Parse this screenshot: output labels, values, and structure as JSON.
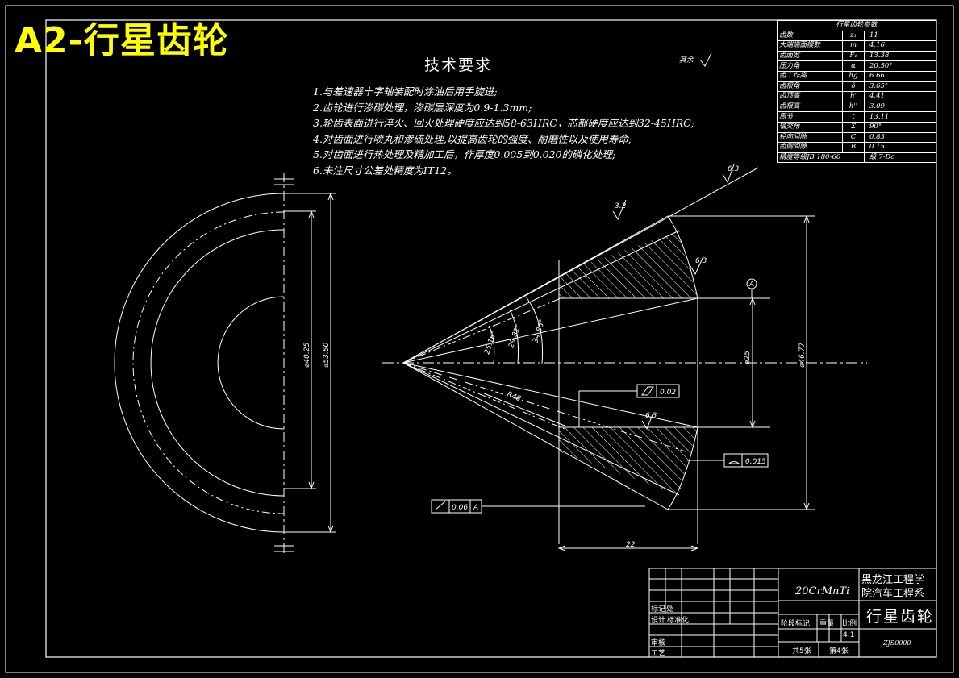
{
  "banner_title": "A2-行星齿轮",
  "tech_requirements": {
    "title": "技术要求",
    "items": [
      "1.与差速器十字轴装配时涂油后用手旋进;",
      "2.齿轮进行渗碳处理，渗碳层深度为0.9-1.3mm;",
      "3.轮齿表面进行淬火、回火处理硬度应达到58-63HRC，芯部硬度应达到32-45HRC;",
      "4.对齿面进行喷丸和渗硫处理,以提高齿轮的强度、耐磨性以及使用寿命;",
      "5.对齿面进行热处理及精加工后，作厚度0.005到0.020的磷化处理;",
      "6.未注尺寸公差处精度为IT12。"
    ],
    "rest_roughness": "其余"
  },
  "param_table": {
    "title": "行星齿轮参数",
    "rows": [
      {
        "name": "齿数",
        "sym": "z₁",
        "val": "11"
      },
      {
        "name": "大端端面模数",
        "sym": "m",
        "val": "4.16"
      },
      {
        "name": "齿面宽",
        "sym": "F₁",
        "val": "13.38"
      },
      {
        "name": "压力角",
        "sym": "α",
        "val": "20.50°"
      },
      {
        "name": "齿工作高",
        "sym": "hg",
        "val": "6.66"
      },
      {
        "name": "齿根角",
        "sym": "δ",
        "val": "3.65°"
      },
      {
        "name": "齿顶高",
        "sym": "h'",
        "val": "4.41"
      },
      {
        "name": "齿根高",
        "sym": "h''",
        "val": "3.09"
      },
      {
        "name": "周节",
        "sym": "t",
        "val": "13.11"
      },
      {
        "name": "轴交角",
        "sym": "Σ",
        "val": "90°"
      },
      {
        "name": "径向间隙",
        "sym": "C",
        "val": "0.83"
      },
      {
        "name": "齿侧间隙",
        "sym": "B",
        "val": "0.15"
      }
    ],
    "footer_name": "精度等级JB 180-60",
    "footer_val": "级 7-Dc"
  },
  "dimensions": {
    "d_inner": "⌀40.25",
    "d_outer": "⌀53.50",
    "ang1": "25.16°",
    "ang2": "29.81°",
    "ang3": "34.86°",
    "bore": "⌀25",
    "d_tip": "⌀46.77",
    "radius": "R48",
    "width": "22",
    "datum": "A",
    "tol_parallel": "0.02",
    "tol_profile": "0.015",
    "tol_runout": "0.06",
    "tol_runout_ref": "A",
    "rough_1": "3.2",
    "rough_2": "6.3",
    "rough_3": "6.3",
    "rough_4": "6.3"
  },
  "title_block": {
    "material": "20CrMnTi",
    "institution_line1": "黑龙江工程学",
    "institution_line2": "院汽车工程系",
    "part_name": "行星齿轮",
    "part_no": "ZJS0000",
    "labels": {
      "mark": "标记",
      "qty": "处",
      "design": "设计",
      "std": "标准化",
      "stage": "阶段标记",
      "weight": "重量",
      "scale": "比例",
      "check": "审核",
      "process": "工艺",
      "total": "共5张",
      "sheet": "第4张"
    },
    "scale_value": "4:1"
  },
  "colors": {
    "background": "#000000",
    "lines": "#ffffff",
    "banner": "#ffff00"
  }
}
